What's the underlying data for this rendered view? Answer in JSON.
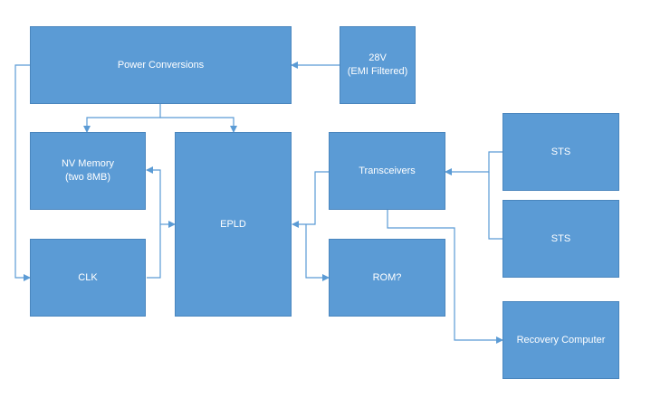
{
  "colors": {
    "block_fill": "#5b9bd5",
    "block_border": "#4a86be",
    "connector": "#5b9bd5",
    "text": "#ffffff"
  },
  "blocks": {
    "power": {
      "line1": "Power Conversions"
    },
    "v28": {
      "line1": "28V",
      "line2": "(EMI Filtered)"
    },
    "nvmem": {
      "line1": "NV Memory",
      "line2": "(two 8MB)"
    },
    "epld": {
      "line1": "EPLD"
    },
    "transceivers": {
      "line1": "Transceivers"
    },
    "sts1": {
      "line1": "STS"
    },
    "sts2": {
      "line1": "STS"
    },
    "clk": {
      "line1": "CLK"
    },
    "rom": {
      "line1": "ROM?"
    },
    "recovery": {
      "line1": "Recovery Computer"
    }
  }
}
